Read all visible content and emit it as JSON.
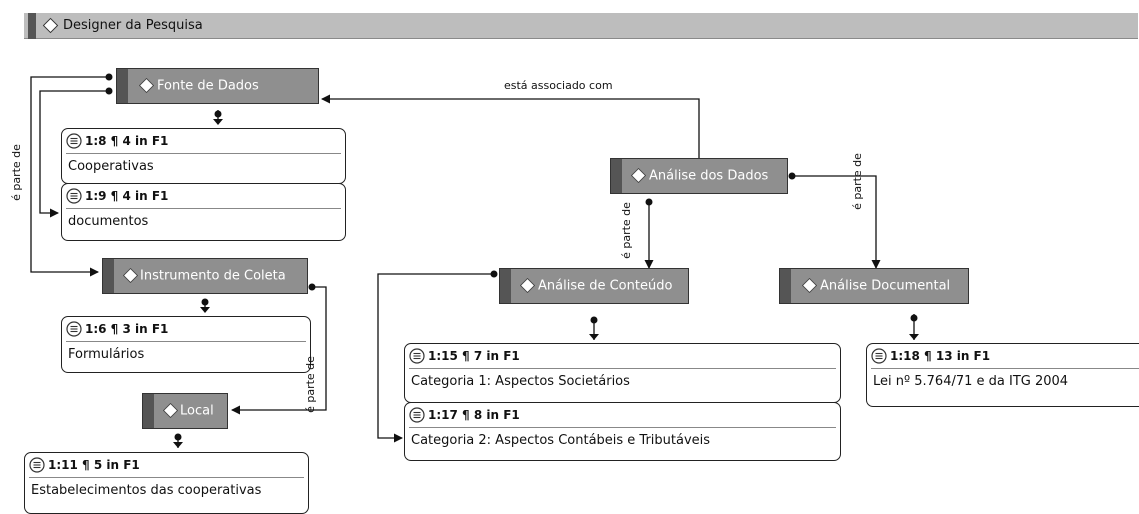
{
  "header": {
    "title": "Designer da Pesquisa"
  },
  "codes": {
    "fonte_de_dados": "Fonte de Dados",
    "analise_dos_dados": "Análise dos Dados",
    "instrumento_de_coleta": "Instrumento de Coleta",
    "analise_de_conteudo": "Análise de Conteúdo",
    "analise_documental": "Análise Documental",
    "local": "Local"
  },
  "quotations": [
    {
      "ref": "1:8 ¶ 4 in F1",
      "text": "Cooperativas"
    },
    {
      "ref": "1:9 ¶ 4 in F1",
      "text": "documentos"
    },
    {
      "ref": "1:6 ¶ 3 in F1",
      "text": "Formulários"
    },
    {
      "ref": "1:11 ¶ 5 in F1",
      "text": "Estabelecimentos das cooperativas"
    },
    {
      "ref": "1:15 ¶ 7 in F1",
      "text": "Categoria 1: Aspectos Societários"
    },
    {
      "ref": "1:17 ¶ 8 in F1",
      "text": "Categoria 2: Aspectos Contábeis e Tributáveis"
    },
    {
      "ref": "1:18 ¶ 13 in F1",
      "text": "Lei nº 5.764/71 e da ITG 2004"
    }
  ],
  "relations": {
    "associado": "está associado com",
    "parte_de": "é parte de"
  }
}
